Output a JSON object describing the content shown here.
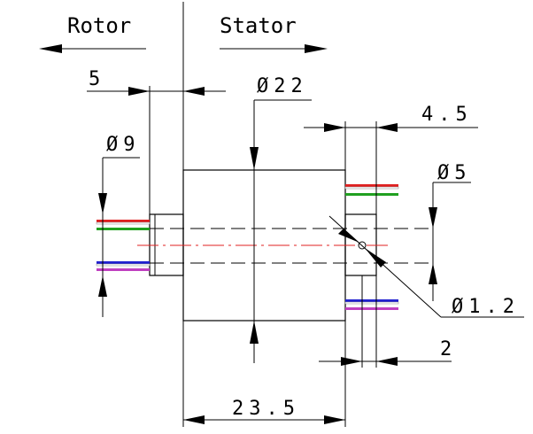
{
  "labels": {
    "rotor": "Rotor",
    "stator": "Stator"
  },
  "dimensions": {
    "d_left_offset": "5",
    "d_body_diameter": "Ø22",
    "d_right_length": "4.5",
    "d_rotor_diameter": "Ø9",
    "d_stator_shaft": "Ø5",
    "d_wire": "Ø1.2",
    "d_flange": "2",
    "d_total_length": "23.5"
  },
  "wire_colors": {
    "red": "#e02020",
    "green": "#20a020",
    "blue": "#2020d0",
    "purple": "#c040c0",
    "gray": "#888888",
    "center_line": "#e02020"
  }
}
